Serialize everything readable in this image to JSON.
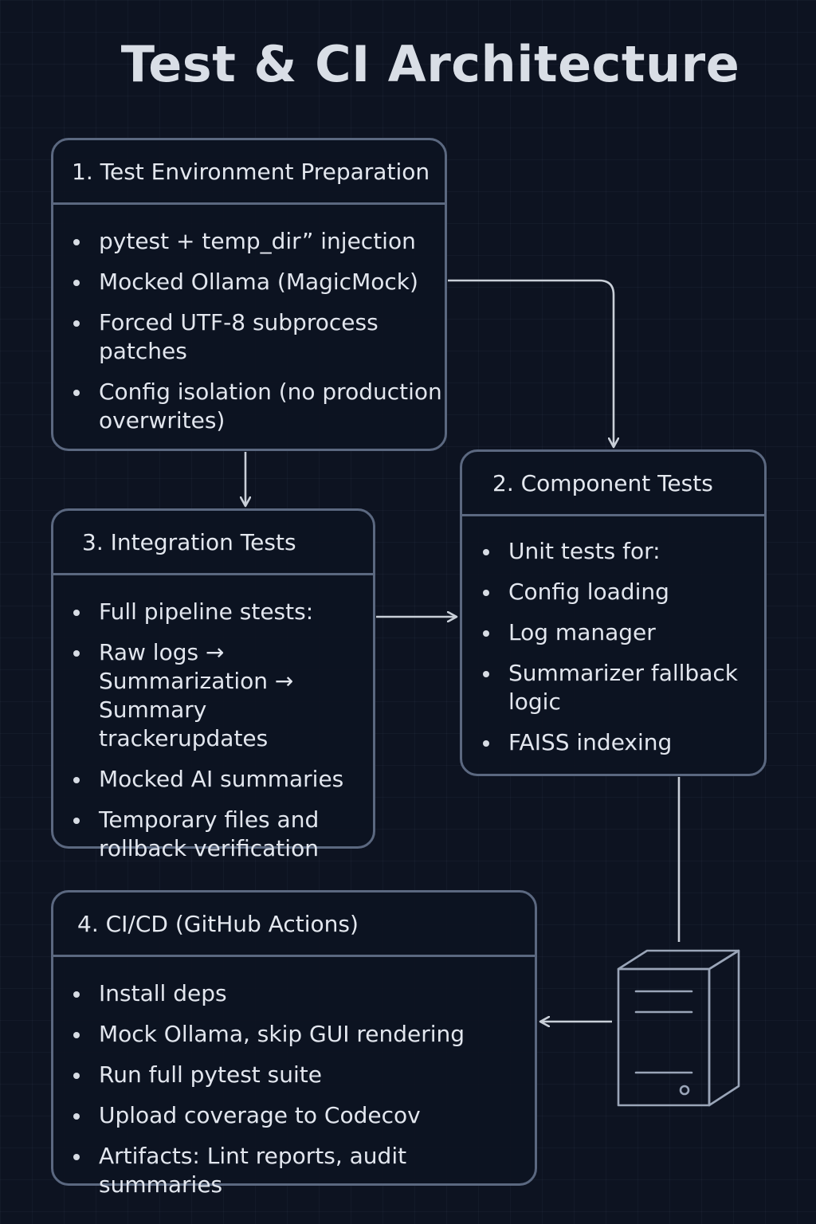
{
  "title": "Test & CI Architecture",
  "cards": [
    {
      "heading": "1. Test Environment Preparation",
      "items": [
        "pytest + temp_dir” injection",
        "Mocked Ollama (MagicMock)",
        "Forced UTF-8 subprocess patches",
        "Config isolation (no production overwrites)"
      ]
    },
    {
      "heading": "2. Component Tests",
      "items": [
        "Unit tests for:",
        "Config loading",
        "Log manager",
        "Summarizer fallback logic",
        "FAISS indexing"
      ]
    },
    {
      "heading": "3. Integration Tests",
      "items": [
        "Full pipeline stests:",
        "Raw logs → Summarization → Summary trackerupdates",
        "Mocked AI summaries",
        "Temporary files and rollback verification"
      ]
    },
    {
      "heading": "4. CI/CD (GitHub Actions)",
      "items": [
        "Install deps",
        "Mock Ollama, skip GUI rendering",
        "Run full pytest suite",
        "Upload coverage to Codecov",
        "Artifacts: Lint reports, audit summaries"
      ]
    }
  ],
  "colors": {
    "background": "#0d1321",
    "card_border": "#5b6880",
    "text": "#e2e6ee",
    "connector": "#c9cfd8"
  },
  "icons": [
    "server-icon"
  ]
}
